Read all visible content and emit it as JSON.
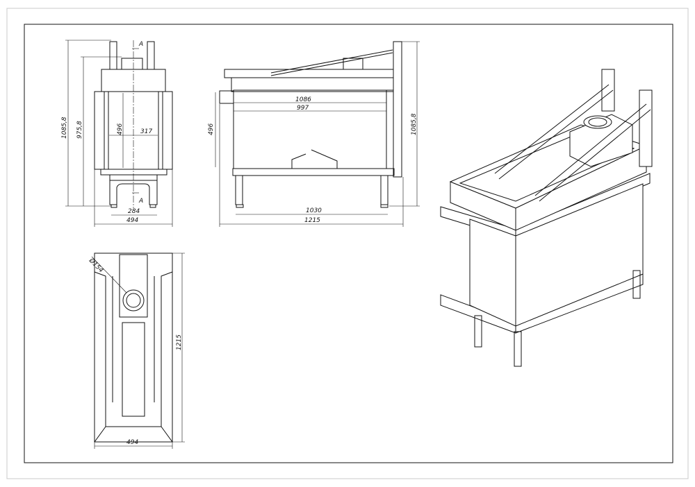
{
  "sheet": {
    "border_color": "#c8c8c8",
    "line_color": "#111111"
  },
  "front_view": {
    "section_mark_top": "A",
    "section_mark_bottom": "A",
    "dims": {
      "total_height": "1085,8",
      "height_to_flue": "975,8",
      "opening_height": "496",
      "opening_width": "317",
      "leg_span": "284",
      "width": "494"
    }
  },
  "side_view": {
    "dims": {
      "glass_width": "1086",
      "opening_width": "997",
      "opening_height": "496",
      "total_height": "1085,8",
      "leg_span": "1030",
      "length": "1215"
    }
  },
  "top_view": {
    "dims": {
      "flue_diameter": "Ø154",
      "length": "1215",
      "width": "494"
    }
  }
}
